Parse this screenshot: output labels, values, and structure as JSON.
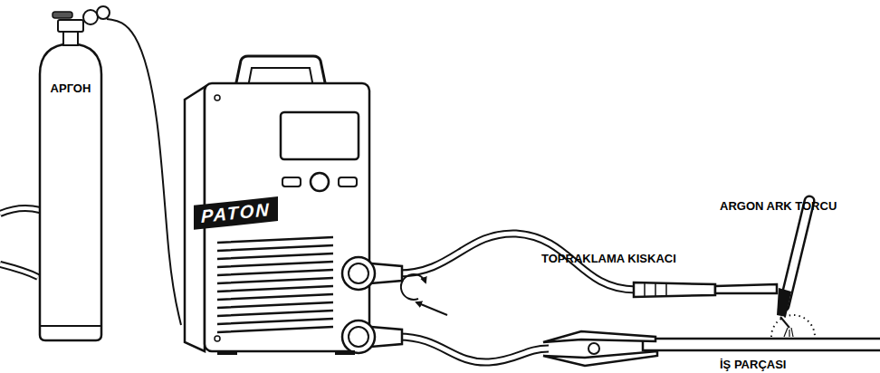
{
  "diagram": {
    "nodes": [
      {
        "text": [
          "АРГОН"
        ]
      },
      {
        "text": [
          "PATON"
        ]
      }
    ],
    "edges": [
      {
        "from": 0,
        "to": 1,
        "arrow": "none"
      }
    ],
    "labels": [
      "ARGON ARK TORCU",
      "TOPRAKLAMA KISKACI",
      "İŞ PARÇASI"
    ]
  }
}
